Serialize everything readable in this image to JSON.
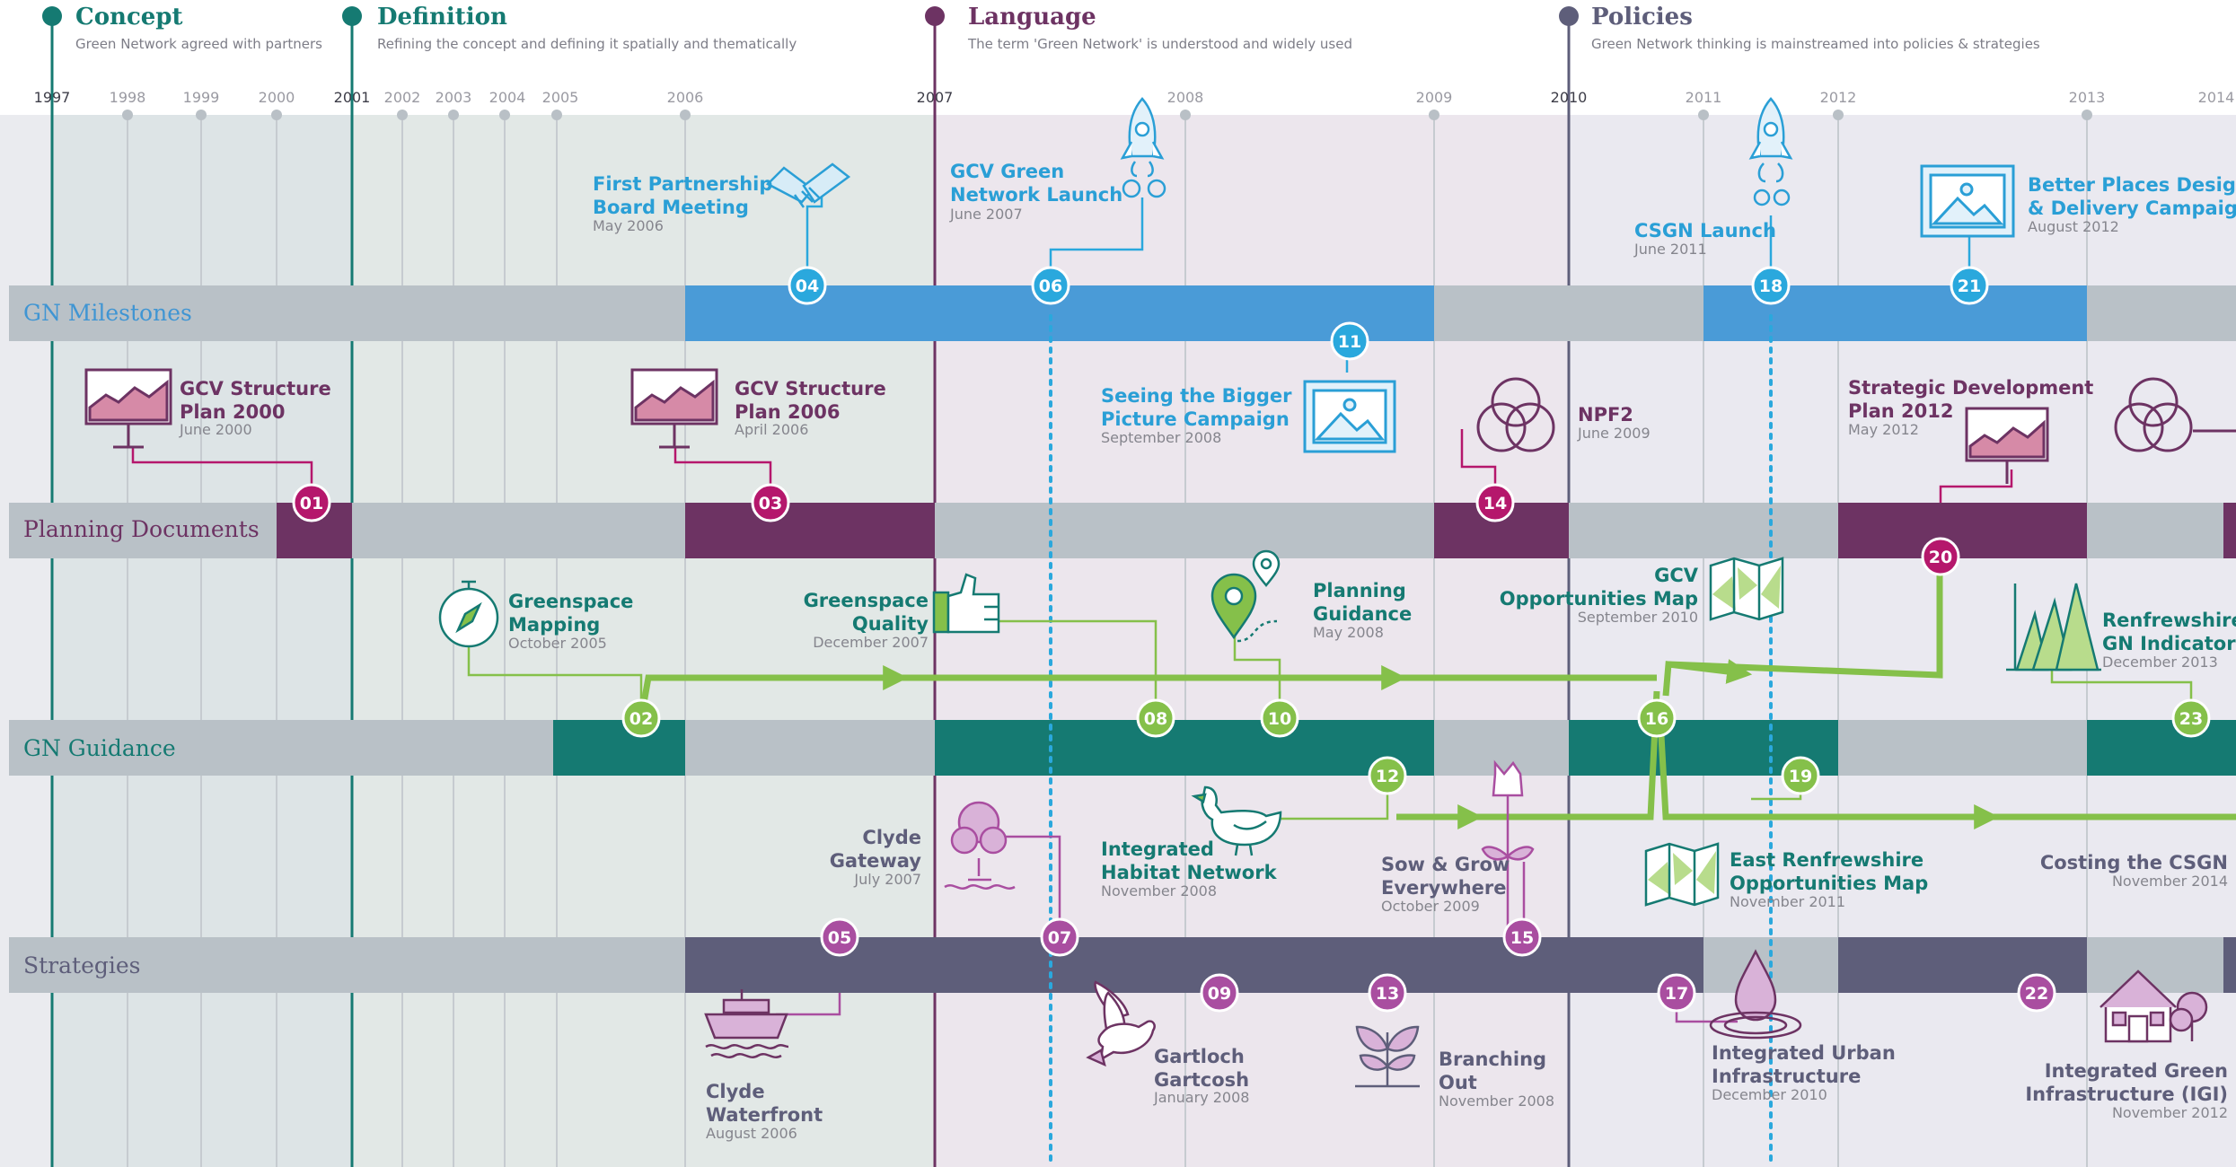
{
  "phases": [
    {
      "title": "Concept",
      "subtitle": "Green Network agreed with partners",
      "color": "#157a72"
    },
    {
      "title": "Definition",
      "subtitle": "Refining the concept and defining it spatially and thematically",
      "color": "#157a72"
    },
    {
      "title": "Language",
      "subtitle": "The term 'Green Network' is understood and widely used",
      "color": "#6d3363"
    },
    {
      "title": "Policies",
      "subtitle": "Green Network thinking is mainstreamed into policies & strategies",
      "color": "#5e5e7a"
    }
  ],
  "years": [
    "1997",
    "1998",
    "1999",
    "2000",
    "2001",
    "2002",
    "2003",
    "2004",
    "2005",
    "2006",
    "2007",
    "2008",
    "2009",
    "2010",
    "2011",
    "2012",
    "2013",
    "2014"
  ],
  "rows": [
    {
      "label": "GN Milestones",
      "color": "#4a9bd7"
    },
    {
      "label": "Planning Documents",
      "color": "#6d3363"
    },
    {
      "label": "GN Guidance",
      "color": "#157a72"
    },
    {
      "label": "Strategies",
      "color": "#5e5e7a"
    }
  ],
  "events": [
    {
      "num": "01",
      "title": [
        "GCV Structure",
        "Plan 2000"
      ],
      "date": "June 2000"
    },
    {
      "num": "02",
      "title": [
        "Greenspace",
        "Mapping"
      ],
      "date": "October 2005"
    },
    {
      "num": "03",
      "title": [
        "GCV Structure",
        "Plan 2006"
      ],
      "date": "April 2006"
    },
    {
      "num": "04",
      "title": [
        "First Partnership",
        "Board Meeting"
      ],
      "date": "May 2006"
    },
    {
      "num": "05",
      "title": [
        "Clyde",
        "Waterfront"
      ],
      "date": "August 2006"
    },
    {
      "num": "06",
      "title": [
        "GCV Green",
        "Network Launch"
      ],
      "date": "June 2007"
    },
    {
      "num": "07",
      "title": [
        "Clyde",
        "Gateway"
      ],
      "date": "July 2007"
    },
    {
      "num": "08",
      "title": [
        "Greenspace",
        "Quality"
      ],
      "date": "December 2007"
    },
    {
      "num": "09",
      "title": [
        "Gartloch",
        "Gartcosh"
      ],
      "date": "January 2008"
    },
    {
      "num": "10",
      "title": [
        "Planning",
        "Guidance"
      ],
      "date": "May 2008"
    },
    {
      "num": "11",
      "title": [
        "Seeing the Bigger",
        "Picture Campaign"
      ],
      "date": "September 2008"
    },
    {
      "num": "12",
      "title": [
        "Integrated",
        "Habitat Network"
      ],
      "date": "November 2008"
    },
    {
      "num": "13",
      "title": [
        "Branching",
        "Out"
      ],
      "date": "November 2008"
    },
    {
      "num": "14",
      "title": [
        "NPF2"
      ],
      "date": "June 2009"
    },
    {
      "num": "15",
      "title": [
        "Sow & Grow",
        "Everywhere"
      ],
      "date": "October 2009"
    },
    {
      "num": "16",
      "title": [
        "GCV",
        "Opportunities Map"
      ],
      "date": "September 2010"
    },
    {
      "num": "17",
      "title": [
        "Integrated Urban",
        "Infrastructure"
      ],
      "date": "December 2010"
    },
    {
      "num": "18",
      "title": [
        "CSGN Launch"
      ],
      "date": "June 2011"
    },
    {
      "num": "19",
      "title": [
        "East Renfrewshire",
        "Opportunities Map"
      ],
      "date": "November 2011"
    },
    {
      "num": "20",
      "title": [
        "Strategic Development",
        "Plan 2012"
      ],
      "date": "May 2012"
    },
    {
      "num": "21",
      "title": [
        "Better Places Design",
        "& Delivery Campaign"
      ],
      "date": "August 2012"
    },
    {
      "num": "22",
      "title": [
        "Integrated Green",
        "Infrastructure (IGI)"
      ],
      "date": "November 2012"
    },
    {
      "num": "23",
      "title": [
        "Renfrewshire's",
        "GN Indicator"
      ],
      "date": "December 2013"
    },
    {
      "title": [
        "Costing the CSGN"
      ],
      "date": "November 2014"
    }
  ],
  "colors": {
    "milestones": "#4a9bd7",
    "milestone_text": "#2a9fd6",
    "planning": "#6d3363",
    "planning_badge": "#b5176c",
    "guidance": "#157a72",
    "guidance_badge": "#85c04a",
    "strategies": "#5e5e7a",
    "strategies_badge": "#a94ea0",
    "gray_band": "#b9c1c7",
    "concept_bg": "#dbe3e5",
    "definition_bg": "#e3e8e6",
    "language_bg": "#ede6ed",
    "policies_bg": "#eae9f1"
  },
  "icons": [
    "handshake-icon",
    "rocket-icon",
    "picture-frame-icon",
    "line-chart-icon",
    "venn-icon",
    "compass-icon",
    "thumbs-up-icon",
    "map-pin-icon",
    "folded-map-icon",
    "duck-icon",
    "tree-icon",
    "tulip-icon",
    "sprout-icon",
    "ship-icon",
    "dove-icon",
    "water-drop-icon",
    "house-icon",
    "mountain-chart-icon"
  ]
}
